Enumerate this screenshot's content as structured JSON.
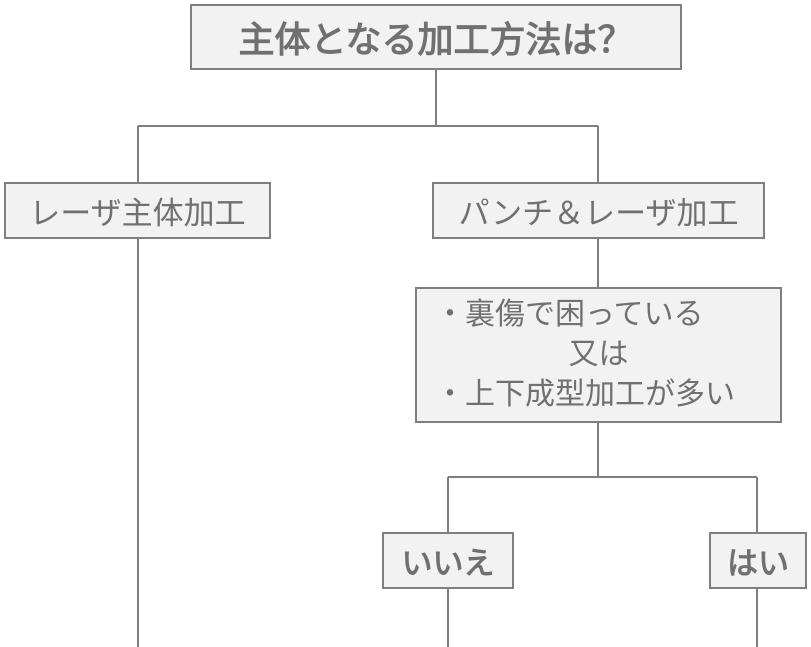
{
  "root": {
    "label": "主体となる加工方法は？"
  },
  "options": {
    "laser": "レーザ主体加工",
    "punch_laser": "パンチ＆レーザ加工"
  },
  "condition": {
    "line1": "・裏傷で困っている",
    "line2": "又は",
    "line3": "・上下成型加工が多い"
  },
  "answers": {
    "no": "いいえ",
    "yes": "はい"
  },
  "colors": {
    "box_fill": "#f2f2f2",
    "box_border": "#7f7f7f",
    "text": "#707070",
    "connector": "#7f7f7f"
  }
}
